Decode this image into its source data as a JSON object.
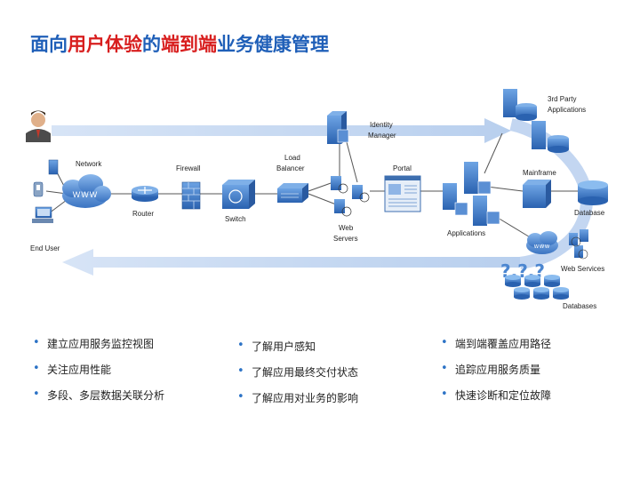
{
  "title": {
    "p1": "面向",
    "p2": "用户体验",
    "p3": "的",
    "p4": "端到端",
    "p5": "业务健康管理"
  },
  "labels": {
    "network": "Network",
    "firewall": "Firewall",
    "load_balancer_1": "Load",
    "load_balancer_2": "Balancer",
    "identity_1": "Identity",
    "identity_2": "Manager",
    "portal": "Portal",
    "third_party_1": "3rd Party",
    "third_party_2": "Applications",
    "mainframe": "Mainframe",
    "router": "Router",
    "switch": "Switch",
    "web_servers_1": "Web",
    "web_servers_2": "Servers",
    "applications": "Applications",
    "database": "Database",
    "end_user": "End User",
    "web_services": "Web Services",
    "databases": "Databases",
    "www": "WWW",
    "www2": "www",
    "question_marks": "?,?,?"
  },
  "bullets": {
    "col1": [
      "建立应用服务监控视图",
      "关注应用性能",
      "多段、多层数据关联分析"
    ],
    "col2": [
      "了解用户感知",
      "了解应用最终交付状态",
      "了解应用对业务的影响"
    ],
    "col3": [
      "端到端覆盖应用路径",
      "追踪应用服务质量",
      "快速诊断和定位故障"
    ]
  },
  "colors": {
    "title_blue": "#1f5fb8",
    "title_red": "#d81e1e",
    "arrow": "#c5d7f0",
    "icon": "#3e78c4"
  }
}
